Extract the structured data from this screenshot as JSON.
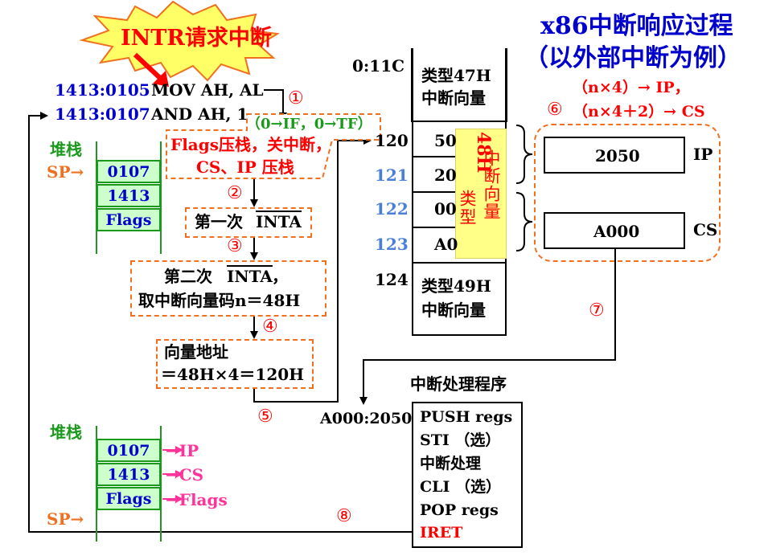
{
  "title": {
    "line1": "x86中断响应过程",
    "line2": "（以外部中断为例）"
  },
  "burst": {
    "label": "INTR请求中断"
  },
  "code": [
    {
      "addr": "1413:0105",
      "instr": "MOV AH, AL"
    },
    {
      "addr": "1413:0107",
      "instr": "AND  AH, 1"
    }
  ],
  "steps": {
    "s1": {
      "num": "①",
      "flags": "（0→IF，0→TF）",
      "line1": "Flags压栈，关中断，",
      "line2": "CS、IP 压栈"
    },
    "s2": {
      "num": "②",
      "pre": "第一次",
      "sig": "INTA"
    },
    "s3": {
      "num": "③",
      "pre": "第二次",
      "sig": "INTA",
      "post": "，",
      "line2": "取中断向量码n＝48H"
    },
    "s4": {
      "num": "④",
      "line1": "向量地址",
      "line2": "＝48H×4＝120H"
    },
    "s5": {
      "num": "⑤"
    },
    "s6": {
      "num": "⑥",
      "line1": "（n×4）→ IP，",
      "line2": "（n×4＋2）→ CS"
    },
    "s7": {
      "num": "⑦"
    },
    "s8": {
      "num": "⑧"
    }
  },
  "stack_top": {
    "label": "堆栈",
    "sp": "SP→",
    "cells": [
      "0107",
      "1413",
      "Flags"
    ]
  },
  "stack_bottom": {
    "label": "堆栈",
    "sp": "SP→",
    "cells": [
      "0107",
      "1413",
      "Flags"
    ],
    "targets": [
      "→IP",
      "→CS",
      "→Flags"
    ]
  },
  "memory": {
    "top_addr": "0:11C",
    "type47_line1": "类型47H",
    "type47_line2": "中断向量",
    "rows": [
      {
        "addr": "120",
        "value": "50"
      },
      {
        "addr": "121",
        "value": "20"
      },
      {
        "addr": "122",
        "value": "00"
      },
      {
        "addr": "123",
        "value": "A0"
      }
    ],
    "bottom_addr": "124",
    "type49_line1": "类型49H",
    "type49_line2": "中断向量",
    "highlight_bold": "48H",
    "highlight_col1": "类型",
    "highlight_col2": "中断向量"
  },
  "vector": {
    "ip_value": "2050",
    "ip_label": "IP",
    "cs_value": "A000",
    "cs_label": "CS"
  },
  "handler": {
    "title": "中断处理程序",
    "addr": "A000:2050",
    "lines": [
      "PUSH  regs",
      "STI  （选）",
      "中断处理",
      "CLI  （选）",
      "POP  regs",
      "IRET"
    ]
  },
  "colors": {
    "blue": "#0000cc",
    "red": "#ff0000",
    "green": "#1a9a1a",
    "orange": "#f07020",
    "magenta": "#ff3399",
    "stack_fill": "#ccffcc",
    "highlight": "#ffff88",
    "burst": "#ffff66"
  }
}
